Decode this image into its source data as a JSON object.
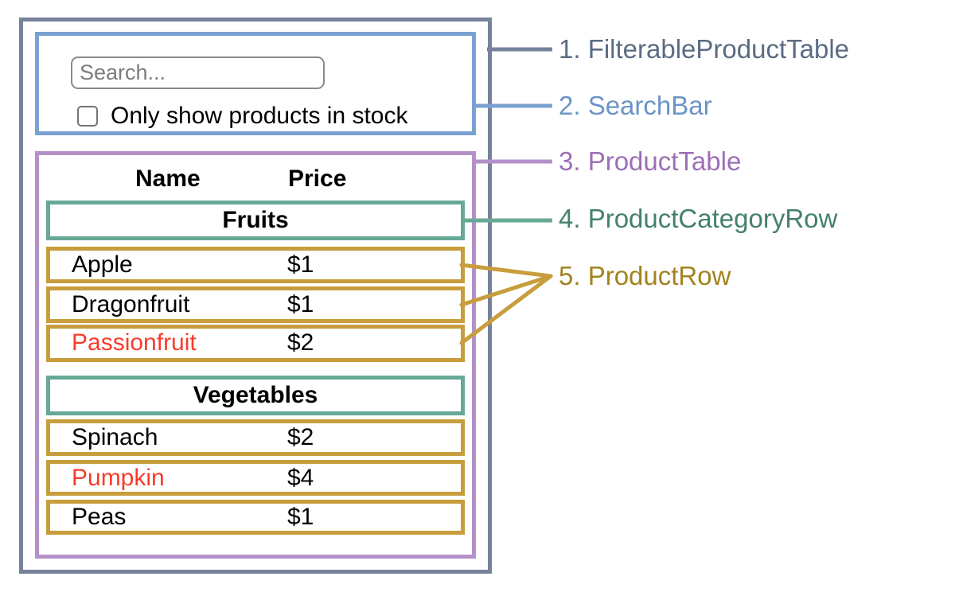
{
  "colors": {
    "outer_border": "#76819b",
    "searchbar_border": "#7aa1d2",
    "table_border": "#b491c8",
    "category_border": "#67a896",
    "row_border": "#c79d3d",
    "out_of_stock_text": "#f83b2b",
    "in_stock_text": "#000000"
  },
  "search_bar": {
    "placeholder": "Search...",
    "checkbox_label": "Only show products in stock",
    "checkbox_checked": false
  },
  "table": {
    "header": {
      "name": "Name",
      "price": "Price"
    },
    "sections": [
      {
        "category": "Fruits",
        "rows": [
          {
            "name": "Apple",
            "price": "$1",
            "name_color": "#000000"
          },
          {
            "name": "Dragonfruit",
            "price": "$1",
            "name_color": "#000000"
          },
          {
            "name": "Passionfruit",
            "price": "$2",
            "name_color": "#f83b2b"
          }
        ]
      },
      {
        "category": "Vegetables",
        "rows": [
          {
            "name": "Spinach",
            "price": "$2",
            "name_color": "#000000"
          },
          {
            "name": "Pumpkin",
            "price": "$4",
            "name_color": "#f83b2b"
          },
          {
            "name": "Peas",
            "price": "$1",
            "name_color": "#000000"
          }
        ]
      }
    ]
  },
  "annotations": [
    {
      "text": "1. FilterableProductTable",
      "color": "#5c6b84"
    },
    {
      "text": "2. SearchBar",
      "color": "#6b94c6"
    },
    {
      "text": "3. ProductTable",
      "color": "#9d6fb5"
    },
    {
      "text": "4. ProductCategoryRow",
      "color": "#44806f"
    },
    {
      "text": "5. ProductRow",
      "color": "#a2831e"
    }
  ]
}
